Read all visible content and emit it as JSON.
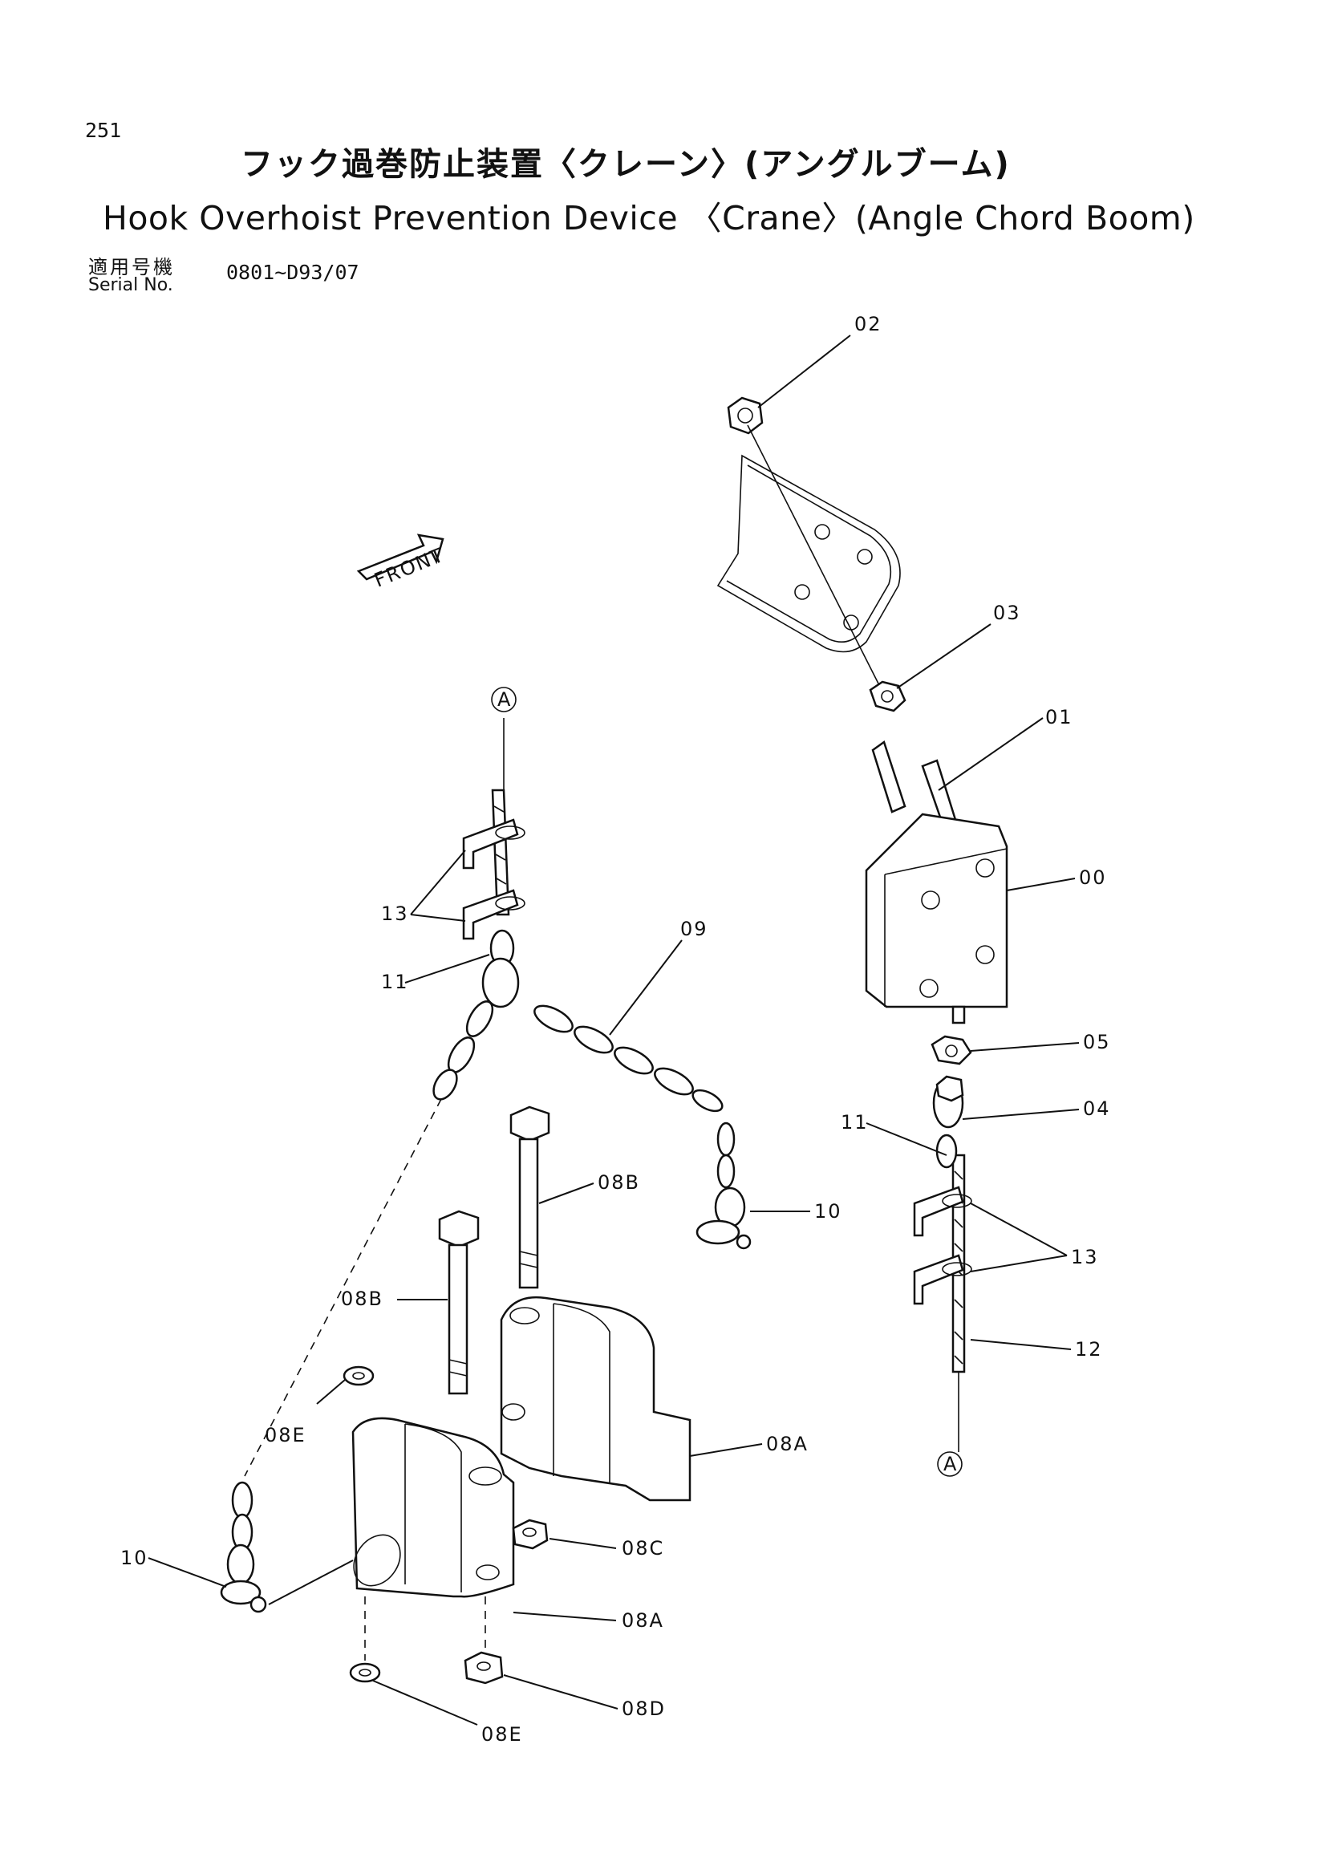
{
  "header": {
    "page_number": "251",
    "title_jp": "フック過巻防止装置〈クレーン〉(アングルブーム)",
    "title_en": "Hook Overhoist Prevention Device 〈Crane〉(Angle Chord Boom)",
    "serial_label_jp": "適用号機",
    "serial_label_en": "Serial No.",
    "serial_range": "0801~D93/07"
  },
  "diagram": {
    "front_arrow_text": "FRONT",
    "ref_marks": [
      "A",
      "A"
    ],
    "callouts": [
      {
        "id": "c02",
        "label": "02"
      },
      {
        "id": "c03",
        "label": "03"
      },
      {
        "id": "c01",
        "label": "01"
      },
      {
        "id": "c00",
        "label": "00"
      },
      {
        "id": "c05",
        "label": "05"
      },
      {
        "id": "c04",
        "label": "04"
      },
      {
        "id": "c11r",
        "label": "11"
      },
      {
        "id": "c13r",
        "label": "13"
      },
      {
        "id": "c12",
        "label": "12"
      },
      {
        "id": "c13l",
        "label": "13"
      },
      {
        "id": "c11l",
        "label": "11"
      },
      {
        "id": "c09",
        "label": "09"
      },
      {
        "id": "c10r",
        "label": "10"
      },
      {
        "id": "c08B1",
        "label": "08B"
      },
      {
        "id": "c08B2",
        "label": "08B"
      },
      {
        "id": "c08E1",
        "label": "08E"
      },
      {
        "id": "c08A1",
        "label": "08A"
      },
      {
        "id": "c08C",
        "label": "08C"
      },
      {
        "id": "c08A2",
        "label": "08A"
      },
      {
        "id": "c08D",
        "label": "08D"
      },
      {
        "id": "c08E2",
        "label": "08E"
      },
      {
        "id": "c10l",
        "label": "10"
      }
    ]
  }
}
